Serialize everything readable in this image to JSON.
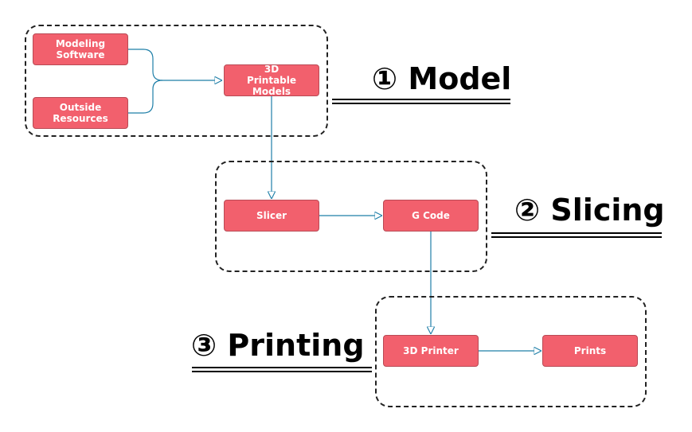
{
  "nodes": {
    "modeling_software": "Modeling Software",
    "outside_resources": "Outside Resources",
    "printable_models": "3D Printable Models",
    "slicer": "Slicer",
    "g_code": "G Code",
    "printer": "3D Printer",
    "prints": "Prints"
  },
  "stages": {
    "model": "① Model",
    "slicing": "② Slicing",
    "printing": "③ Printing"
  },
  "colors": {
    "node_fill": "#f2606d",
    "node_text": "#ffffff",
    "connector": "#1f7fa8",
    "group_border": "#222222"
  }
}
